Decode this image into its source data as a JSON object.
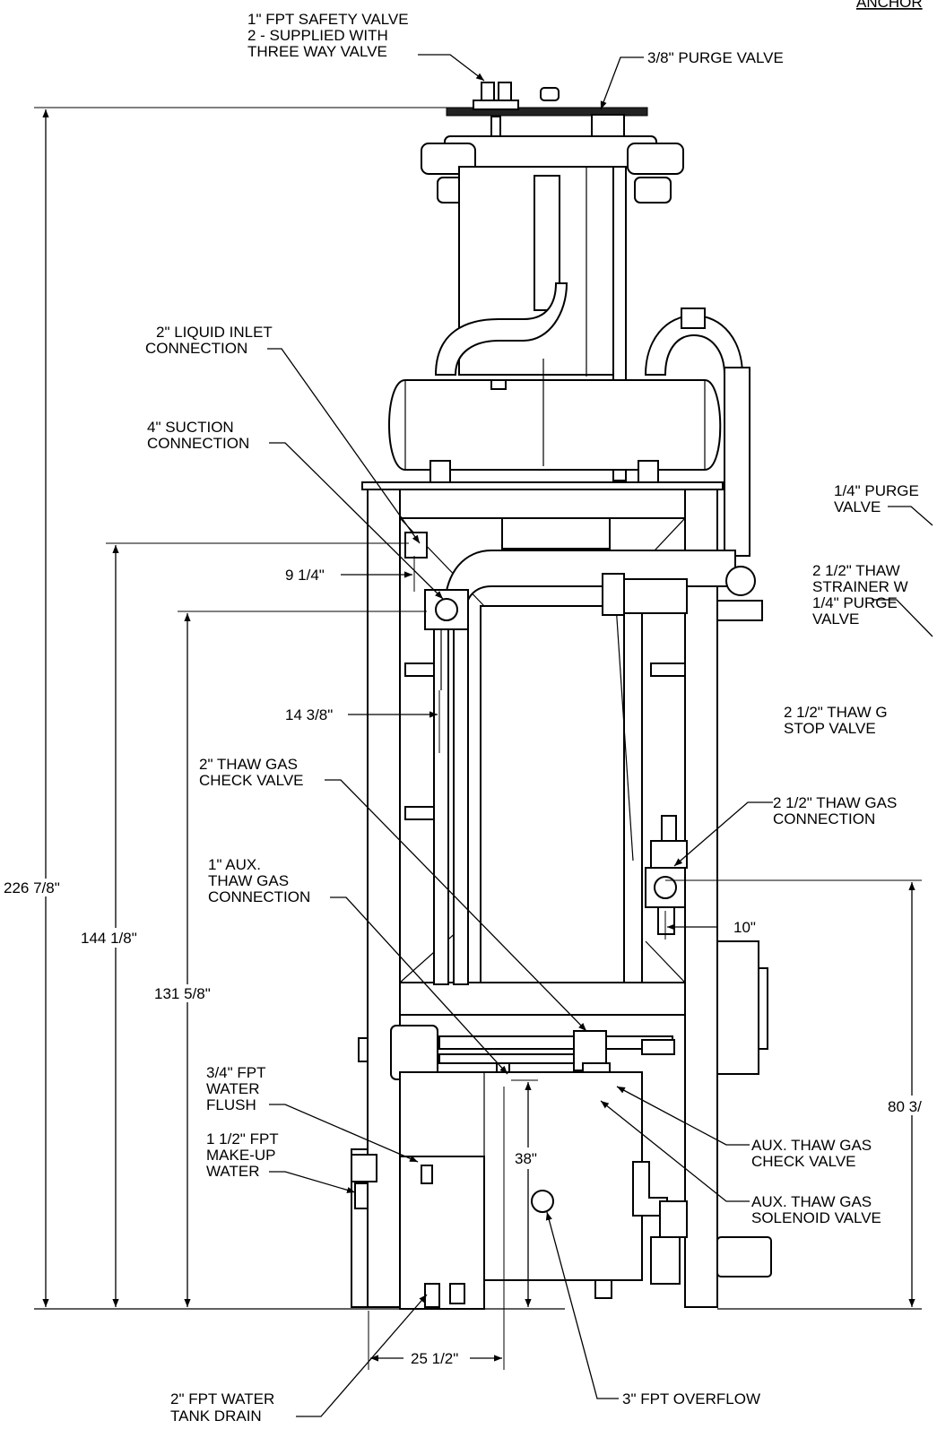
{
  "header": {
    "title_partial": "ANCHOR"
  },
  "callouts": {
    "safety_valve": [
      "1\" FPT SAFETY VALVE",
      "2 - SUPPLIED WITH",
      "THREE WAY VALVE"
    ],
    "purge_valve_top": "3/8\" PURGE VALVE",
    "liquid_inlet": [
      "2\" LIQUID INLET",
      "CONNECTION"
    ],
    "suction": [
      "4\" SUCTION",
      "CONNECTION"
    ],
    "purge_valve_right": [
      "1/4\" PURGE",
      "VALVE"
    ],
    "thaw_strainer": [
      "2 1/2\" THAW",
      "STRAINER W",
      "1/4\" PURGE",
      "VALVE"
    ],
    "thaw_stop_valve": [
      "2 1/2\" THAW G",
      "STOP VALVE"
    ],
    "thaw_gas_check": [
      "2\" THAW GAS",
      "CHECK VALVE"
    ],
    "aux_thaw_connection": [
      "1\" AUX.",
      "THAW GAS",
      "CONNECTION"
    ],
    "thaw_gas_connection": [
      "2 1/2\" THAW GAS",
      "CONNECTION"
    ],
    "water_flush": [
      "3/4\" FPT",
      "WATER",
      "FLUSH"
    ],
    "makeup_water": [
      "1 1/2\" FPT",
      "MAKE-UP",
      "WATER"
    ],
    "aux_check_valve": [
      "AUX. THAW GAS",
      "CHECK VALVE"
    ],
    "aux_solenoid_valve": [
      "AUX. THAW GAS",
      "SOLENOID VALVE"
    ],
    "tank_drain": [
      "2\" FPT WATER",
      "TANK DRAIN"
    ],
    "overflow": "3\" FPT OVERFLOW"
  },
  "dimensions": {
    "overall_height": "226 7/8\"",
    "suction_height": "144 1/8\"",
    "liquid_inlet_height": "131 5/8\"",
    "offset_9_1_4": "9 1/4\"",
    "offset_14_3_8": "14 3/8\"",
    "offset_10": "10\"",
    "height_38": "38\"",
    "width_25_1_2": "25 1/2\"",
    "height_80_3": "80 3/"
  }
}
